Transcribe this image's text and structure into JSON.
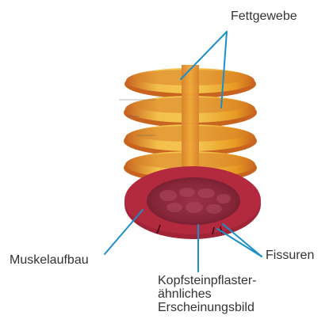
{
  "labels": {
    "fettgewebe": "Fettgewebe",
    "muskelaufbau": "Muskelaufbau",
    "fissuren": "Fissuren",
    "kopfstein_line1": "Kopfsteinpflaster-",
    "kopfstein_line2": "ähnliches",
    "kopfstein_line3": "Erscheinungsbild"
  },
  "colors": {
    "fat_light": "#f3c04a",
    "fat_mid": "#e79a22",
    "fat_dark": "#c8641f",
    "fat_edge": "#b0451c",
    "muscle": "#b32a3e",
    "muscle_dark": "#8a1c2f",
    "mucosa": "#8c2a3d",
    "mucosa_light": "#b04a60",
    "pointer": "#1d8fc8",
    "text": "#333333"
  }
}
